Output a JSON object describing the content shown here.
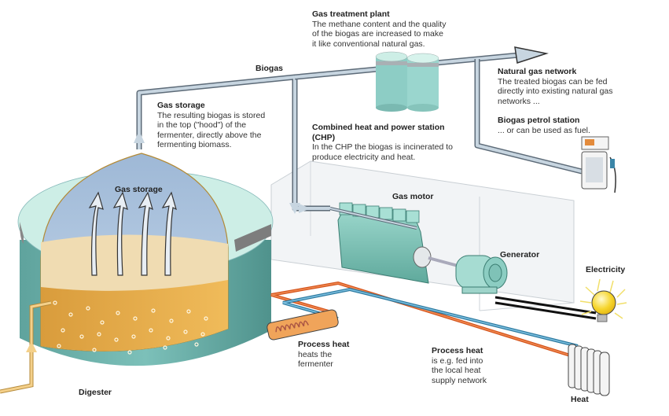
{
  "title": "Biogas plant diagram",
  "colors": {
    "pipe_gas": "#b9c9d6",
    "pipe_outline": "#5d6b78",
    "tank_teal": "#6fb3ad",
    "tank_lid": "#cdeee6",
    "gas_dome": "#a9c2dc",
    "substrate_light": "#f0dcb2",
    "substrate_dark": "#e0a94a",
    "hot_pipe": "#e0692a",
    "cold_pipe": "#3e8fb8",
    "engine": "#86cbbf",
    "bulb": "#f7d933"
  },
  "labels": {
    "gas_treatment": {
      "title": "Gas treatment plant",
      "lines": [
        "The methane content and the quality",
        "of the biogas are increased to make",
        "it like conventional natural gas."
      ]
    },
    "biogas": "Biogas",
    "gas_storage_note": {
      "title": "Gas storage",
      "lines": [
        "The resulting biogas is stored",
        "in the top (\"hood\") of the",
        "fermenter, directly above the",
        "fermenting biomass."
      ]
    },
    "natural_gas_network": {
      "title": "Natural gas network",
      "lines": [
        "The treated biogas can be fed",
        "directly into existing natural gas",
        "networks ..."
      ]
    },
    "biogas_petrol_station": {
      "title": "Biogas petrol station",
      "lines": [
        "... or can be used as fuel."
      ]
    },
    "chp": {
      "title_lines": [
        "Combined heat and power station",
        "(CHP)"
      ],
      "lines": [
        "In the CHP the biogas is incinerated to",
        "produce electricity and heat."
      ]
    },
    "gas_storage_inside": "Gas storage",
    "gas_motor": "Gas motor",
    "generator": "Generator",
    "electricity": "Electricity",
    "process_heat_fermenter": {
      "title": "Process heat",
      "lines": [
        "heats the",
        "fermenter"
      ]
    },
    "process_heat_network": {
      "title": "Process heat",
      "lines": [
        "is e.g. fed into",
        "the local heat",
        "supply network"
      ]
    },
    "heat": "Heat",
    "digester": "Digester"
  }
}
